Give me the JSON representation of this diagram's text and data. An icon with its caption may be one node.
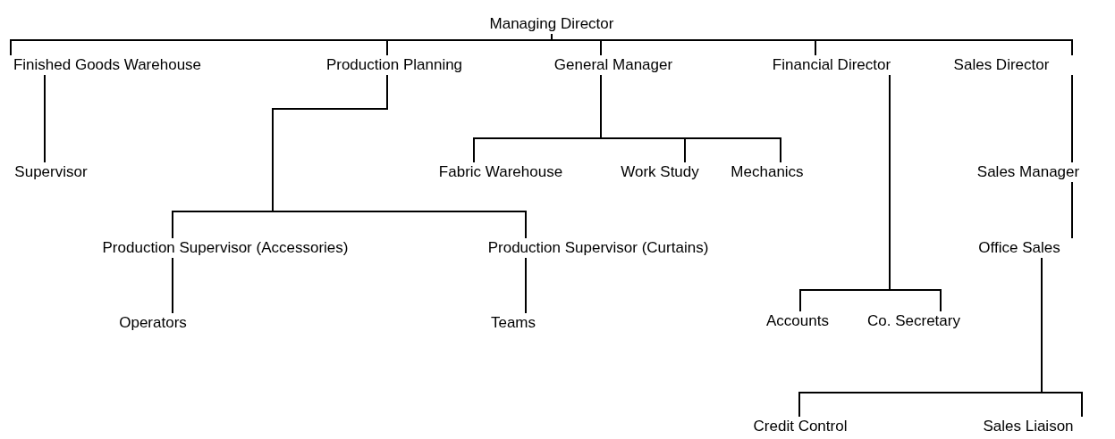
{
  "diagram": {
    "nodes": [
      {
        "text": [
          "Managing Director"
        ]
      },
      {
        "text": [
          "Finished Goods Warehouse"
        ]
      },
      {
        "text": [
          "Production Planning"
        ]
      },
      {
        "text": [
          "General Manager"
        ]
      },
      {
        "text": [
          "Financial Director"
        ]
      },
      {
        "text": [
          "Sales Director"
        ]
      },
      {
        "text": [
          "Supervisor"
        ]
      },
      {
        "text": [
          "Fabric Warehouse"
        ]
      },
      {
        "text": [
          "Work Study"
        ]
      },
      {
        "text": [
          "Mechanics"
        ]
      },
      {
        "text": [
          "Production Supervisor (Accessories)"
        ]
      },
      {
        "text": [
          "Production Supervisor (Curtains)"
        ]
      },
      {
        "text": [
          "Operators"
        ]
      },
      {
        "text": [
          "Teams"
        ]
      },
      {
        "text": [
          "Sales Manager"
        ]
      },
      {
        "text": [
          "Office Sales"
        ]
      },
      {
        "text": [
          "Accounts"
        ]
      },
      {
        "text": [
          "Co. Secretary"
        ]
      },
      {
        "text": [
          "Credit Control"
        ]
      },
      {
        "text": [
          "Sales Liaison"
        ]
      }
    ],
    "edges": [
      {
        "from": 0,
        "to": 1,
        "arrow": "none"
      },
      {
        "from": 0,
        "to": 2,
        "arrow": "none"
      },
      {
        "from": 0,
        "to": 3,
        "arrow": "none"
      },
      {
        "from": 0,
        "to": 4,
        "arrow": "none"
      },
      {
        "from": 0,
        "to": 5,
        "arrow": "none"
      },
      {
        "from": 1,
        "to": 6,
        "arrow": "none"
      },
      {
        "from": 3,
        "to": 7,
        "arrow": "none"
      },
      {
        "from": 3,
        "to": 8,
        "arrow": "none"
      },
      {
        "from": 3,
        "to": 9,
        "arrow": "none"
      },
      {
        "from": 2,
        "to": 10,
        "arrow": "none"
      },
      {
        "from": 2,
        "to": 11,
        "arrow": "none"
      },
      {
        "from": 10,
        "to": 12,
        "arrow": "none"
      },
      {
        "from": 11,
        "to": 13,
        "arrow": "none"
      },
      {
        "from": 5,
        "to": 14,
        "arrow": "none"
      },
      {
        "from": 14,
        "to": 15,
        "arrow": "none"
      },
      {
        "from": 4,
        "to": 16,
        "arrow": "none"
      },
      {
        "from": 4,
        "to": 17,
        "arrow": "none"
      },
      {
        "from": 15,
        "to": 18,
        "arrow": "none"
      },
      {
        "from": 15,
        "to": 19,
        "arrow": "none"
      }
    ]
  }
}
